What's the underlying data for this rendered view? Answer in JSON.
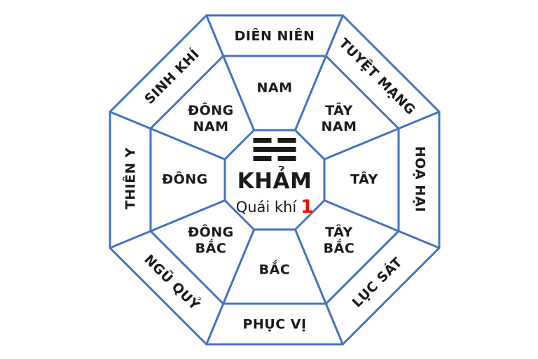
{
  "colors": {
    "line": "#4472C4",
    "text": "#1A1A1A",
    "number": "#FF0000",
    "background": "#FFFFFF"
  },
  "outer_ring": {
    "top": "DIÊN NIÊN",
    "top_right": "TUYỆT MẠNG",
    "right": "HOẠ HẠI",
    "bottom_right": "LỤC SÁT",
    "bottom": "PHỤC VỊ",
    "bottom_left": "NGŨ QUỶ",
    "left": "THIÊN Y",
    "top_left": "SINH KHÍ"
  },
  "middle_ring": {
    "top": "NAM",
    "top_right": "TÂY\nNAM",
    "right": "TÂY",
    "bottom_right": "TÂY\nBẮC",
    "bottom": "BẮC",
    "bottom_left": "ĐÔNG\nBẮC",
    "left": "ĐÔNG",
    "top_left": "ĐÔNG\nNAM"
  },
  "center": {
    "trigram_name": "KHẢM",
    "energy_label": "Quái khí",
    "energy_number": "1",
    "trigram": {
      "symbol": "kham-water-trigram",
      "lines": [
        "broken",
        "solid",
        "broken"
      ]
    }
  }
}
